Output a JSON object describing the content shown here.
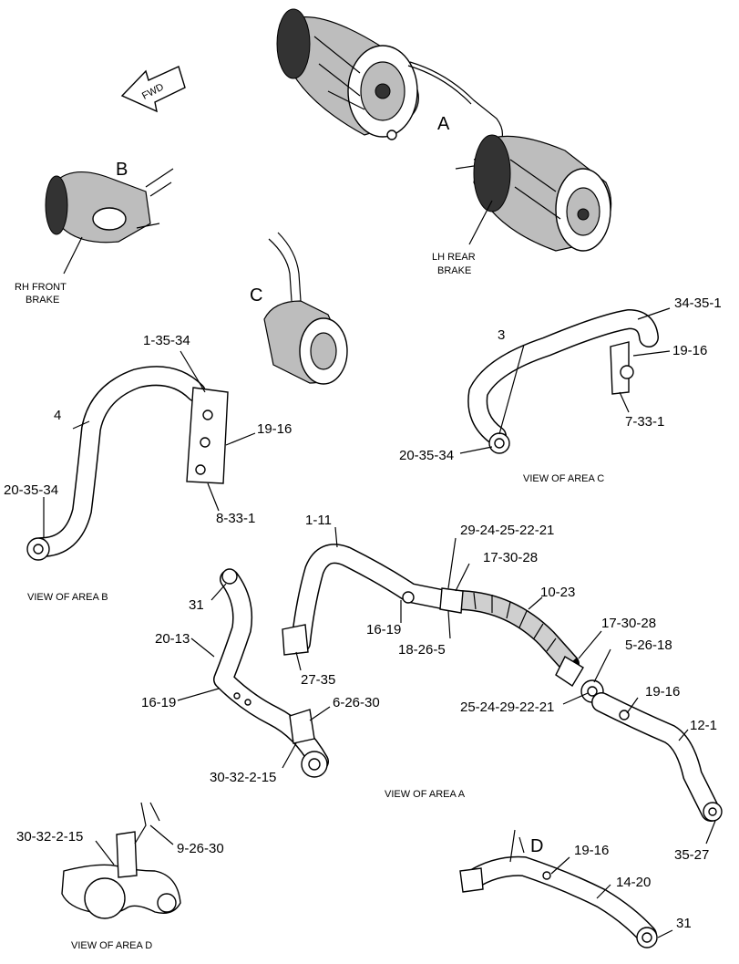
{
  "direction_arrow": "FWD",
  "views": {
    "A": {
      "letter": "A",
      "caption": "VIEW OF AREA A"
    },
    "B": {
      "letter": "B",
      "caption": "VIEW OF AREA B"
    },
    "C": {
      "letter": "C",
      "caption": "VIEW OF AREA C"
    },
    "D": {
      "letter": "D",
      "caption": "VIEW OF AREA D"
    }
  },
  "assembly_labels": {
    "rh_front_brake": [
      "RH FRONT",
      "BRAKE"
    ],
    "lh_rear_brake": [
      "LH REAR",
      "BRAKE"
    ]
  },
  "callouts": {
    "area_c": {
      "c_34_35_1": "34-35-1",
      "c_3": "3",
      "c_19_16": "19-16",
      "c_7_33_1": "7-33-1",
      "c_20_35_34": "20-35-34"
    },
    "area_b": {
      "c_1_35_34": "1-35-34",
      "c_4": "4",
      "c_19_16": "19-16",
      "c_20_35_34": "20-35-34",
      "c_8_33_1": "8-33-1"
    },
    "area_a": {
      "c_1_11": "1-11",
      "c_29_24_25_22_21": "29-24-25-22-21",
      "c_17_30_28_top": "17-30-28",
      "c_10_23": "10-23",
      "c_16_19": "16-19",
      "c_18_26_5": "18-26-5",
      "c_27_35": "27-35",
      "c_17_30_28": "17-30-28",
      "c_5_26_18": "5-26-18",
      "c_19_16": "19-16",
      "c_25_24_29_22_21": "25-24-29-22-21",
      "c_12_1": "12-1",
      "c_35_27": "35-27",
      "c_31": "31",
      "c_20_13": "20-13",
      "c_16_19_left": "16-19",
      "c_6_26_30": "6-26-30",
      "c_30_32_2_15": "30-32-2-15"
    },
    "area_d": {
      "c_30_32_2_15": "30-32-2-15",
      "c_9_26_30": "9-26-30",
      "c_19_16": "19-16",
      "c_14_20": "14-20",
      "c_31": "31"
    }
  }
}
